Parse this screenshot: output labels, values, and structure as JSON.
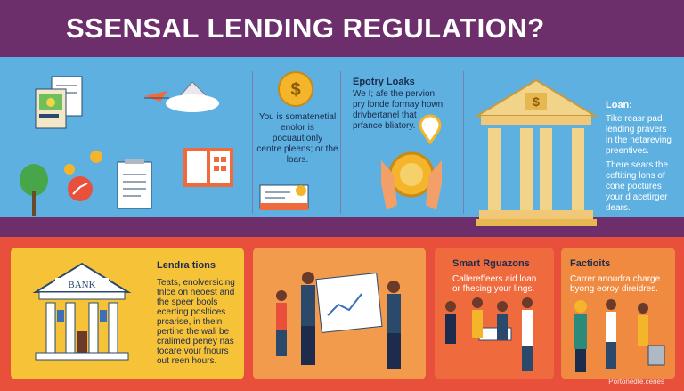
{
  "header": {
    "title": "SSENSAL LENDING REGULATION?"
  },
  "top": {
    "col2_text": [
      "You is somatenetial",
      "enolor is pocuautionly",
      "centre pleens; or the",
      "loars."
    ],
    "col3_title": "Epotry Loaks",
    "col3_text": [
      "We I; afe the pervion",
      "pry londe formay hown",
      "drivbertanel that",
      "prfance bliatory."
    ],
    "col4_title": "Loan:",
    "col4_text_a": [
      "Tike reasr pad",
      "lending pravers",
      "in the netareving",
      "preentives."
    ],
    "col4_text_b": [
      "There sears the",
      "ceftiting lons of",
      "cone poctures",
      "your d acetirger",
      "dears."
    ]
  },
  "cards": {
    "card1_title": "Lendra tions",
    "card1_bank_sign": "BANK",
    "card1_text": [
      "Teats, enolversicing",
      "tnlce on neoest and",
      "the speer bools",
      "ecerting posltices",
      "prcarise, in thein",
      "pertine the wali be",
      "cralimed peney nas",
      "tocare vour fnours",
      "out reen hours."
    ],
    "card3_title": "Smart Rguazons",
    "card3_text": [
      "Callereffeers aid loan",
      "or fhesing your lings."
    ],
    "card4_title": "Factioits",
    "card4_text": [
      "Carrer anoudra charge",
      "byong eoroy direidres."
    ]
  },
  "footer": {
    "text": "Portonedte.cenes"
  },
  "colors": {
    "header_bg": "#6d2f6b",
    "top_bg": "#5eb0e0",
    "bottom_bg": "#e9503c",
    "card_yellow": "#f6c237",
    "card_orange": "#f39b4c",
    "coin_gold": "#f4b52a",
    "bank_gold": "#f2d38a"
  }
}
